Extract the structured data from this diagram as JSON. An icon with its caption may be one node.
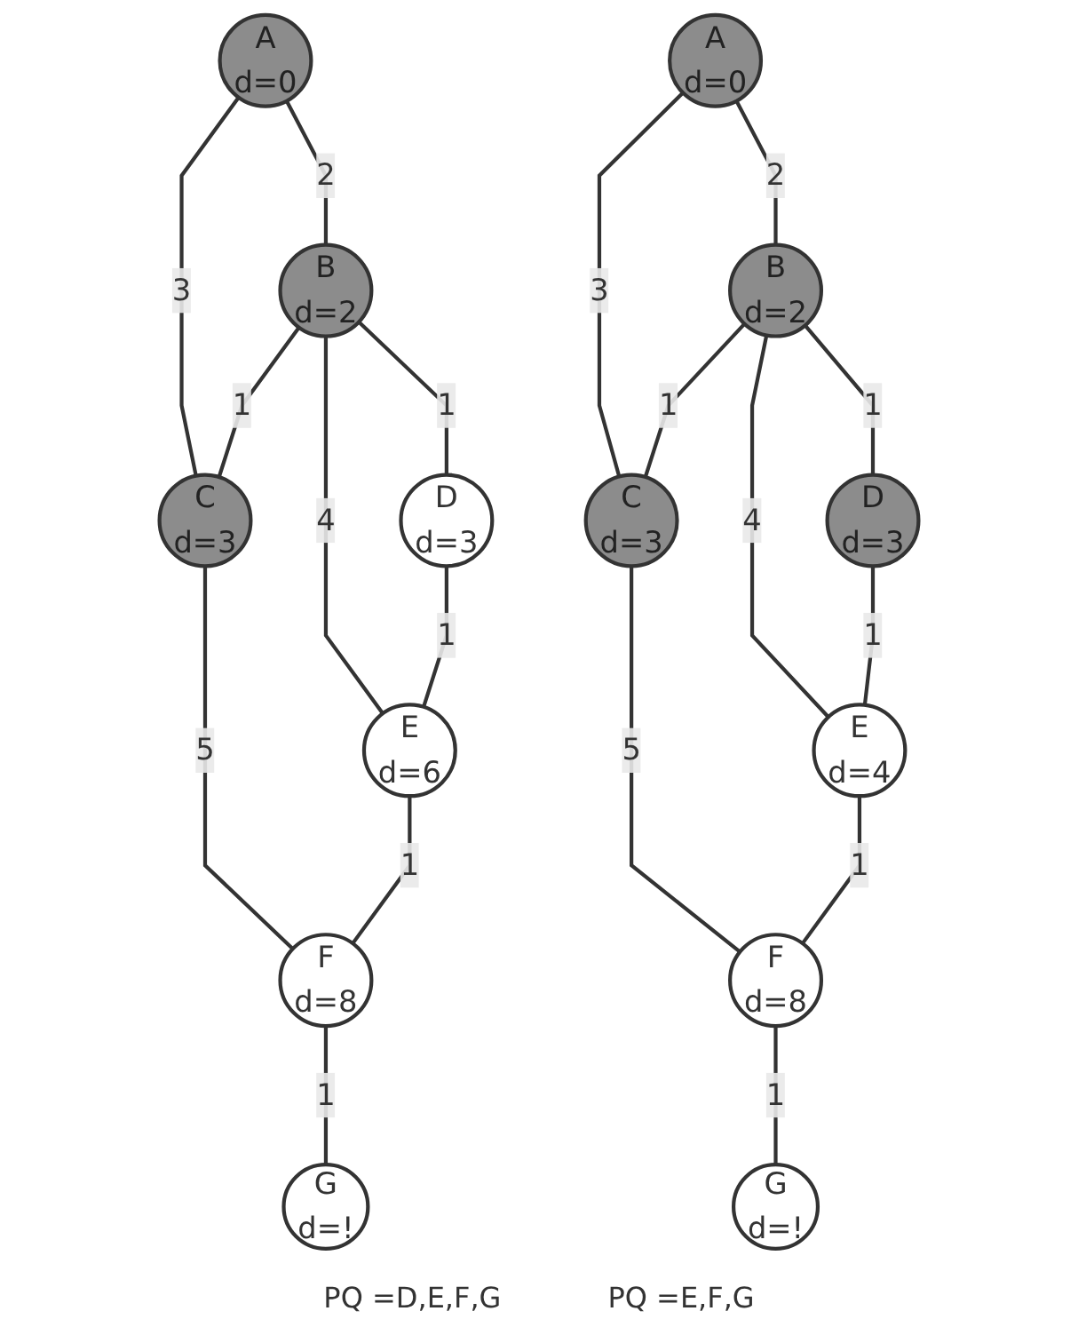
{
  "diagram": {
    "nodes": [
      {
        "text": [
          "A",
          "d=0"
        ]
      },
      {
        "text": [
          "B",
          "d=2"
        ]
      },
      {
        "text": [
          "C",
          "d=3"
        ]
      },
      {
        "text": [
          "D",
          "d=3"
        ]
      },
      {
        "text": [
          "E",
          "d=6"
        ]
      },
      {
        "text": [
          "F",
          "d=8"
        ]
      },
      {
        "text": [
          "G",
          "d=!"
        ]
      },
      {
        "text": [
          "A",
          "d=0"
        ]
      },
      {
        "text": [
          "B",
          "d=2"
        ]
      },
      {
        "text": [
          "C",
          "d=3"
        ]
      },
      {
        "text": [
          "D",
          "d=3"
        ]
      },
      {
        "text": [
          "E",
          "d=4"
        ]
      },
      {
        "text": [
          "F",
          "d=8"
        ]
      },
      {
        "text": [
          "G",
          "d=!"
        ]
      }
    ],
    "edges": [
      {
        "from": 0,
        "to": 1,
        "arrow": "none",
        "label": "2"
      },
      {
        "from": 0,
        "to": 2,
        "arrow": "none",
        "label": "3"
      },
      {
        "from": 1,
        "to": 2,
        "arrow": "none",
        "label": "1"
      },
      {
        "from": 1,
        "to": 3,
        "arrow": "none",
        "label": "1"
      },
      {
        "from": 1,
        "to": 4,
        "arrow": "none",
        "label": "4"
      },
      {
        "from": 2,
        "to": 5,
        "arrow": "none",
        "label": "5"
      },
      {
        "from": 3,
        "to": 4,
        "arrow": "none",
        "label": "1"
      },
      {
        "from": 4,
        "to": 5,
        "arrow": "none",
        "label": "1"
      },
      {
        "from": 5,
        "to": 6,
        "arrow": "none",
        "label": "1"
      },
      {
        "from": 7,
        "to": 8,
        "arrow": "none",
        "label": "2"
      },
      {
        "from": 7,
        "to": 9,
        "arrow": "none",
        "label": "3"
      },
      {
        "from": 8,
        "to": 9,
        "arrow": "none",
        "label": "1"
      },
      {
        "from": 8,
        "to": 10,
        "arrow": "none",
        "label": "1"
      },
      {
        "from": 8,
        "to": 11,
        "arrow": "none",
        "label": "4"
      },
      {
        "from": 9,
        "to": 12,
        "arrow": "none",
        "label": "5"
      },
      {
        "from": 10,
        "to": 11,
        "arrow": "none",
        "label": "1"
      },
      {
        "from": 11,
        "to": 12,
        "arrow": "none",
        "label": "1"
      },
      {
        "from": 12,
        "to": 13,
        "arrow": "none",
        "label": "1"
      }
    ],
    "labels": [
      "PQ =D,E,F,G",
      "PQ =E,F,G"
    ]
  }
}
